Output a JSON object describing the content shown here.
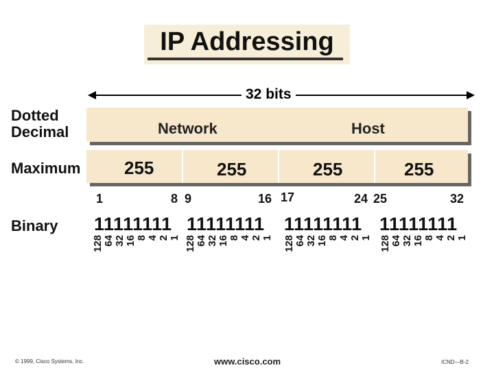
{
  "title": "IP Addressing",
  "bits_label": "32 bits",
  "labels": {
    "dotted_decimal_line1": "Dotted",
    "dotted_decimal_line2": "Decimal",
    "maximum": "Maximum",
    "binary": "Binary"
  },
  "network_label": "Network",
  "host_label": "Host",
  "octet_values": [
    "255",
    "255",
    "255",
    "255"
  ],
  "bit_positions": [
    "1",
    "8",
    "9",
    "16",
    "17",
    "24",
    "25",
    "32"
  ],
  "binary_octets": [
    "11111111",
    "11111111",
    "11111111",
    "11111111"
  ],
  "bit_weights": [
    "128",
    "64",
    "32",
    "16",
    "8",
    "4",
    "2",
    "1"
  ],
  "footer": {
    "copyright": "© 1999, Cisco Systems, Inc.",
    "url": "www.cisco.com",
    "page": "ICND—B-2"
  },
  "colors": {
    "panel": "#f7e8cc",
    "shadow": "#666666",
    "title_highlight": "#f6eed8"
  }
}
